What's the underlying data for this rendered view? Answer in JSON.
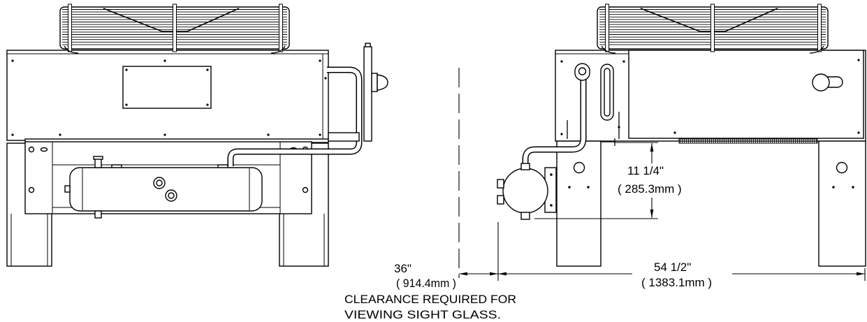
{
  "dimensions": {
    "vertical": {
      "imperial": "11 1/4\"",
      "metric": "( 285.3mm )"
    },
    "clearance": {
      "imperial": "36\"",
      "metric": "( 914.4mm )"
    },
    "width": {
      "imperial": "54 1/2\"",
      "metric": "( 1383.1mm )"
    }
  },
  "notes": {
    "clearance_line_1": "CLEARANCE REQUIRED FOR",
    "clearance_line_2": "VIEWING SIGHT GLASS."
  }
}
